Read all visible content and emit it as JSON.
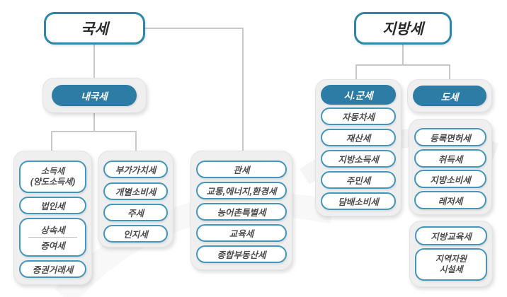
{
  "colors": {
    "accent_blue": "#2e86ab",
    "pill_blue": "#2d7ca6",
    "item_border_blue": "#4596bd",
    "panel_gray": "#efefef",
    "line_gray": "#c9c9c9",
    "title_text": "#2b2b2b",
    "item_text": "#4d4d4d"
  },
  "national": {
    "title": "국세",
    "internal_label": "내국세",
    "col1": {
      "income_line1": "소득세",
      "income_line2": "(양도소득세)",
      "corporate": "법인세",
      "inheritance": "상속세",
      "gift": "증여세",
      "securities": "증권거래세"
    },
    "col2": [
      "부가가치세",
      "개별소비세",
      "주세",
      "인지세"
    ],
    "col3": [
      "관세",
      "교통,에너지,환경세",
      "농어촌특별세",
      "교육세",
      "종합부동산세"
    ]
  },
  "local": {
    "title": "지방세",
    "city_county_label": "시.군세",
    "city_county_items": [
      "자동차세",
      "재산세",
      "지방소득세",
      "주민세",
      "담배소비세"
    ],
    "province_label": "도세",
    "province_items": [
      "등록면허세",
      "취득세",
      "지방소비세",
      "레저세"
    ],
    "province_extra_item": "지방교육세",
    "province_extra_line1": "지역자원",
    "province_extra_line2": "시설세"
  }
}
